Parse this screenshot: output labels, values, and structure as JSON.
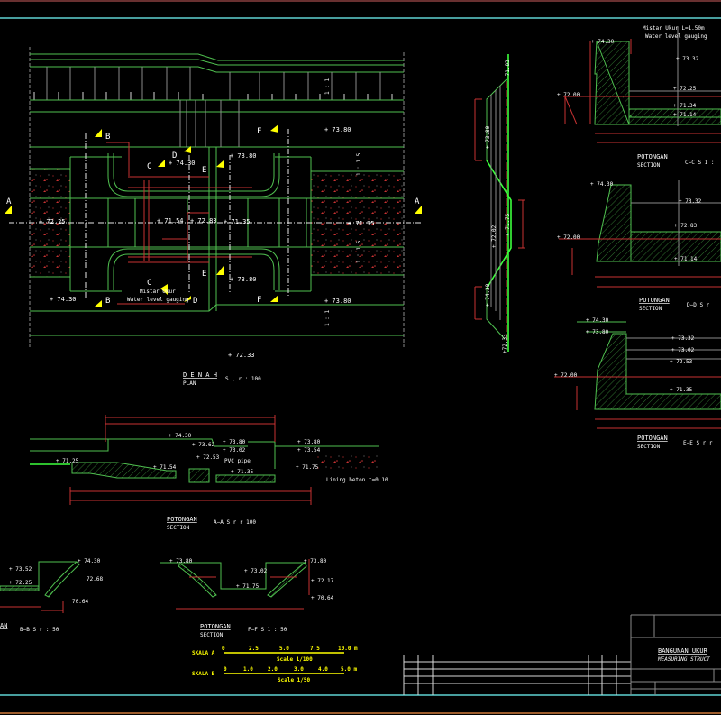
{
  "colors": {
    "background": "#000000",
    "concrete": "#4fc04f",
    "dimension": "#c83232",
    "text": "#ffffff",
    "section_marker": "#ffff00",
    "frame_cyan": "#5fd3d3",
    "frame_orange": "#d07a3a"
  },
  "plan": {
    "title": "D E N A H",
    "subtitle": "PLAN",
    "scale": "S , r : 100",
    "section_letters": {
      "a": "A",
      "b": "B",
      "c": "C",
      "d": "D",
      "e": "E",
      "f": "F"
    },
    "elevations": {
      "top_right": "+ 73.80",
      "top_left_c": "+ 74.30",
      "top_e": "+ 73.80",
      "left": "+ 72.25",
      "center1": "+ 71.54",
      "center2": "+ 72.83",
      "center3": "+ 71.35",
      "right": "+ 71.75",
      "bottom_e": "+ 73.80",
      "bottom_left": "+ 74.30",
      "bottom_right": "+ 73.80",
      "below": "+ 72.33"
    },
    "slope_labels": [
      "1 : 1.5",
      "1 : 1.5",
      "1 : 1",
      "1 : 1"
    ],
    "gauge_label": "Mistar Ukur",
    "gauge_label_en": "Water level gauging"
  },
  "profile": {
    "elevations": [
      "+71.83",
      "+ 73.80",
      "+ 72.02",
      "+ 71.75",
      "+ 74.30",
      "+72.33"
    ]
  },
  "section_cc": {
    "title": "POTONGAN",
    "subtitle": "SECTION",
    "name": "C−C  S 1 :",
    "gauge": "Mistar Ukur L=1.50m",
    "gauge_en": "Water level gauging",
    "elevations": [
      "+ 74.30",
      "+ 73.32",
      "+ 72.00",
      "+ 72.25",
      "+ 71.34",
      "+ 71.14"
    ]
  },
  "section_dd": {
    "title": "POTONGAN",
    "subtitle": "SECTION",
    "name": "D−D  S r",
    "elevations": [
      "+ 74.30",
      "+ 73.32",
      "+ 72.00",
      "+ 72.83",
      "+ 71.14"
    ]
  },
  "section_ee": {
    "title": "POTONGAN",
    "subtitle": "SECTION",
    "name": "E−E  S r r",
    "elevations": [
      "+ 74.30",
      "+ 73.80",
      "+ 73.32",
      "+ 73.02",
      "+ 72.53",
      "+ 72.00",
      "+ 71.35"
    ]
  },
  "section_aa": {
    "title": "POTONGAN",
    "subtitle": "SECTION",
    "name": "A−A  S r r 100",
    "elevations": [
      "+ 74.30",
      "+ 73.62",
      "+ 73.80",
      "+ 73.02",
      "+ 72.53",
      "+ 71.25",
      "+ 71.54",
      "+ 71.35",
      "+ 73.80",
      "+ 73.54",
      "+ 71.75"
    ],
    "pvc": "PVC pipe",
    "lining": "Lining beton t=0.10"
  },
  "section_bb": {
    "title": "AN",
    "name": "B−B  S r : 50",
    "elevations": [
      "+ 73.52",
      "+ 72.25",
      "+ 74.30",
      "72.68",
      "70.64"
    ]
  },
  "section_ff": {
    "title": "POTONGAN",
    "subtitle": "SECTION",
    "name": "F−F  S 1 : 50",
    "elevations": [
      "+ 73.80",
      "+ 73.02",
      "+ 71.75",
      "+ 73.80",
      "+ 72.17",
      "+ 70.64"
    ]
  },
  "scales": {
    "a": {
      "label": "SKALA A",
      "ticks": [
        "0",
        "2.5",
        "5.0",
        "7.5",
        "10.0 m"
      ],
      "caption": "Scale 1/100"
    },
    "b": {
      "label": "SKALA B",
      "ticks": [
        "0",
        "1.0",
        "2.0",
        "3.0",
        "4.0",
        "5.0 m"
      ],
      "caption": "Scale 1/50"
    }
  },
  "title_block": {
    "title": "BANGUNAN UKUR",
    "subtitle": "MEASURING STRUCT"
  }
}
